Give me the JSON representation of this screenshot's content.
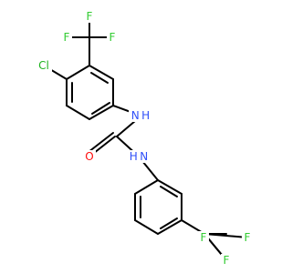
{
  "colors": {
    "bond": "#000000",
    "F": "#33cc33",
    "Cl": "#1fb31f",
    "N": "#3050f8",
    "O": "#ff0d0d",
    "background": "#ffffff"
  },
  "atoms": {
    "f1": "F",
    "f2": "F",
    "f3": "F",
    "cl": "Cl",
    "nh_top": "N H",
    "o": "O",
    "hn_bottom": "H N",
    "f4": "F",
    "f5": "F",
    "f6": "F"
  }
}
